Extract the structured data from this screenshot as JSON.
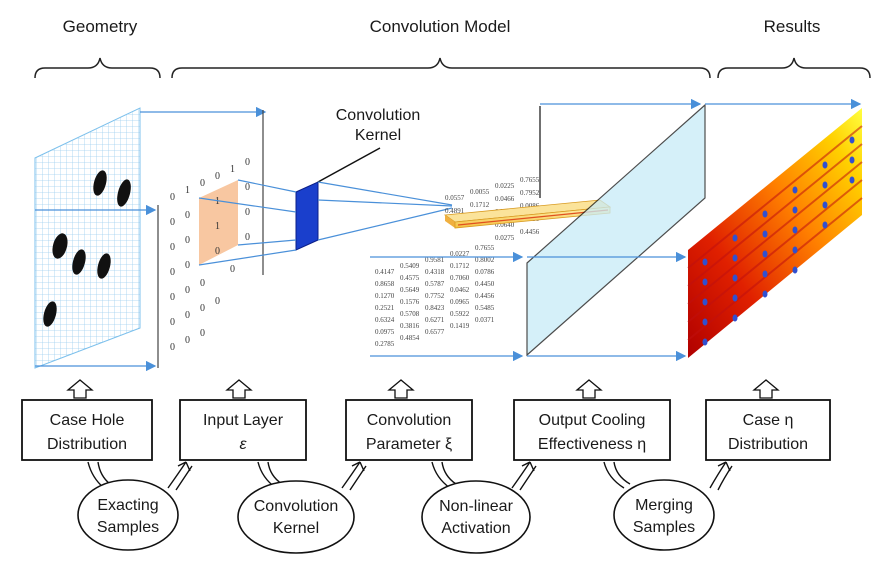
{
  "headers": {
    "geometry": "Geometry",
    "convolution_model": "Convolution Model",
    "results": "Results"
  },
  "kernel_label_line1": "Convolution",
  "kernel_label_line2": "Kernel",
  "boxes": [
    {
      "line1": "Case Hole",
      "line2": "Distribution"
    },
    {
      "line1": "Input Layer",
      "line2": "ε"
    },
    {
      "line1": "Convolution",
      "line2": "Parameter ξ"
    },
    {
      "line1": "Output Cooling",
      "line2": "Effectiveness η"
    },
    {
      "line1": "Case η",
      "line2": "Distribution"
    }
  ],
  "ellipses": [
    {
      "line1": "Exacting",
      "line2": "Samples"
    },
    {
      "line1": "Convolution",
      "line2": "Kernel"
    },
    {
      "line1": "Non-linear",
      "line2": "Activation"
    },
    {
      "line1": "Merging",
      "line2": "Samples"
    }
  ],
  "matrix_values": [
    "0",
    "1",
    "0",
    "0",
    "1",
    "0",
    "0",
    "0",
    "1",
    "0"
  ],
  "param_values": [
    "0.4147",
    "0.5409",
    "0.9581",
    "0.0227",
    "0.7655",
    "0.8658",
    "0.4575",
    "0.4318",
    "0.1712",
    "0.8002",
    "0.1270",
    "0.5649",
    "0.5787",
    "0.7060",
    "0.0786",
    "0.2521",
    "0.1576",
    "0.7752",
    "0.0462",
    "0.4450",
    "0.6324",
    "0.5708",
    "0.8423",
    "0.0965",
    "0.4456",
    "0.0975",
    "0.3816",
    "0.6271",
    "0.5922",
    "0.5485",
    "0.2785",
    "0.4854",
    "0.6577",
    "0.1419",
    "0.0371"
  ]
}
